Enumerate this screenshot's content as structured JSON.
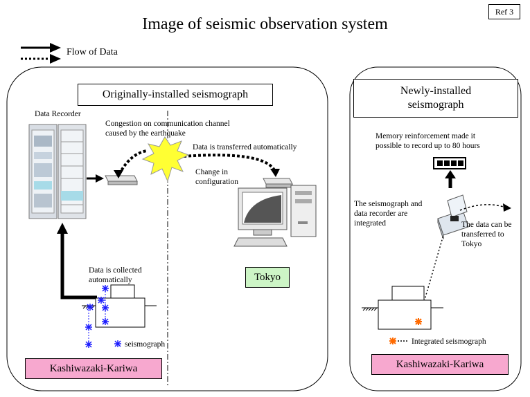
{
  "ref": "Ref 3",
  "title": "Image of seismic observation system",
  "legend": {
    "flow_label": "Flow of Data"
  },
  "left_panel": {
    "heading": "Originally-installed seismograph",
    "data_recorder_label": "Data Recorder",
    "congestion_note": "Congestion on communication channel caused by the earthquake",
    "auto_transfer_note": "Data is transferred automatically",
    "config_change_note": "Change in configuration",
    "collected_note": "Data is collected automatically",
    "seismograph_legend": "seismograph",
    "location_label": "Kashiwazaki-Kariwa",
    "tokyo_label": "Tokyo"
  },
  "right_panel": {
    "heading": "Newly-installed seismograph",
    "memory_note": "Memory reinforcement made it possible to record up to 80 hours",
    "integrated_note": "The seismograph and data recorder are integrated",
    "transfer_note": "The data can be transferred to Tokyo",
    "integrated_legend": "Integrated seismograph",
    "location_label": "Kashiwazaki-Kariwa"
  },
  "colors": {
    "pink": "#f7a8cf",
    "green": "#cdf5c6",
    "burst": "#ffff33",
    "seismo_blue": "#1a1aff",
    "integrated_orange": "#ff6a00"
  }
}
